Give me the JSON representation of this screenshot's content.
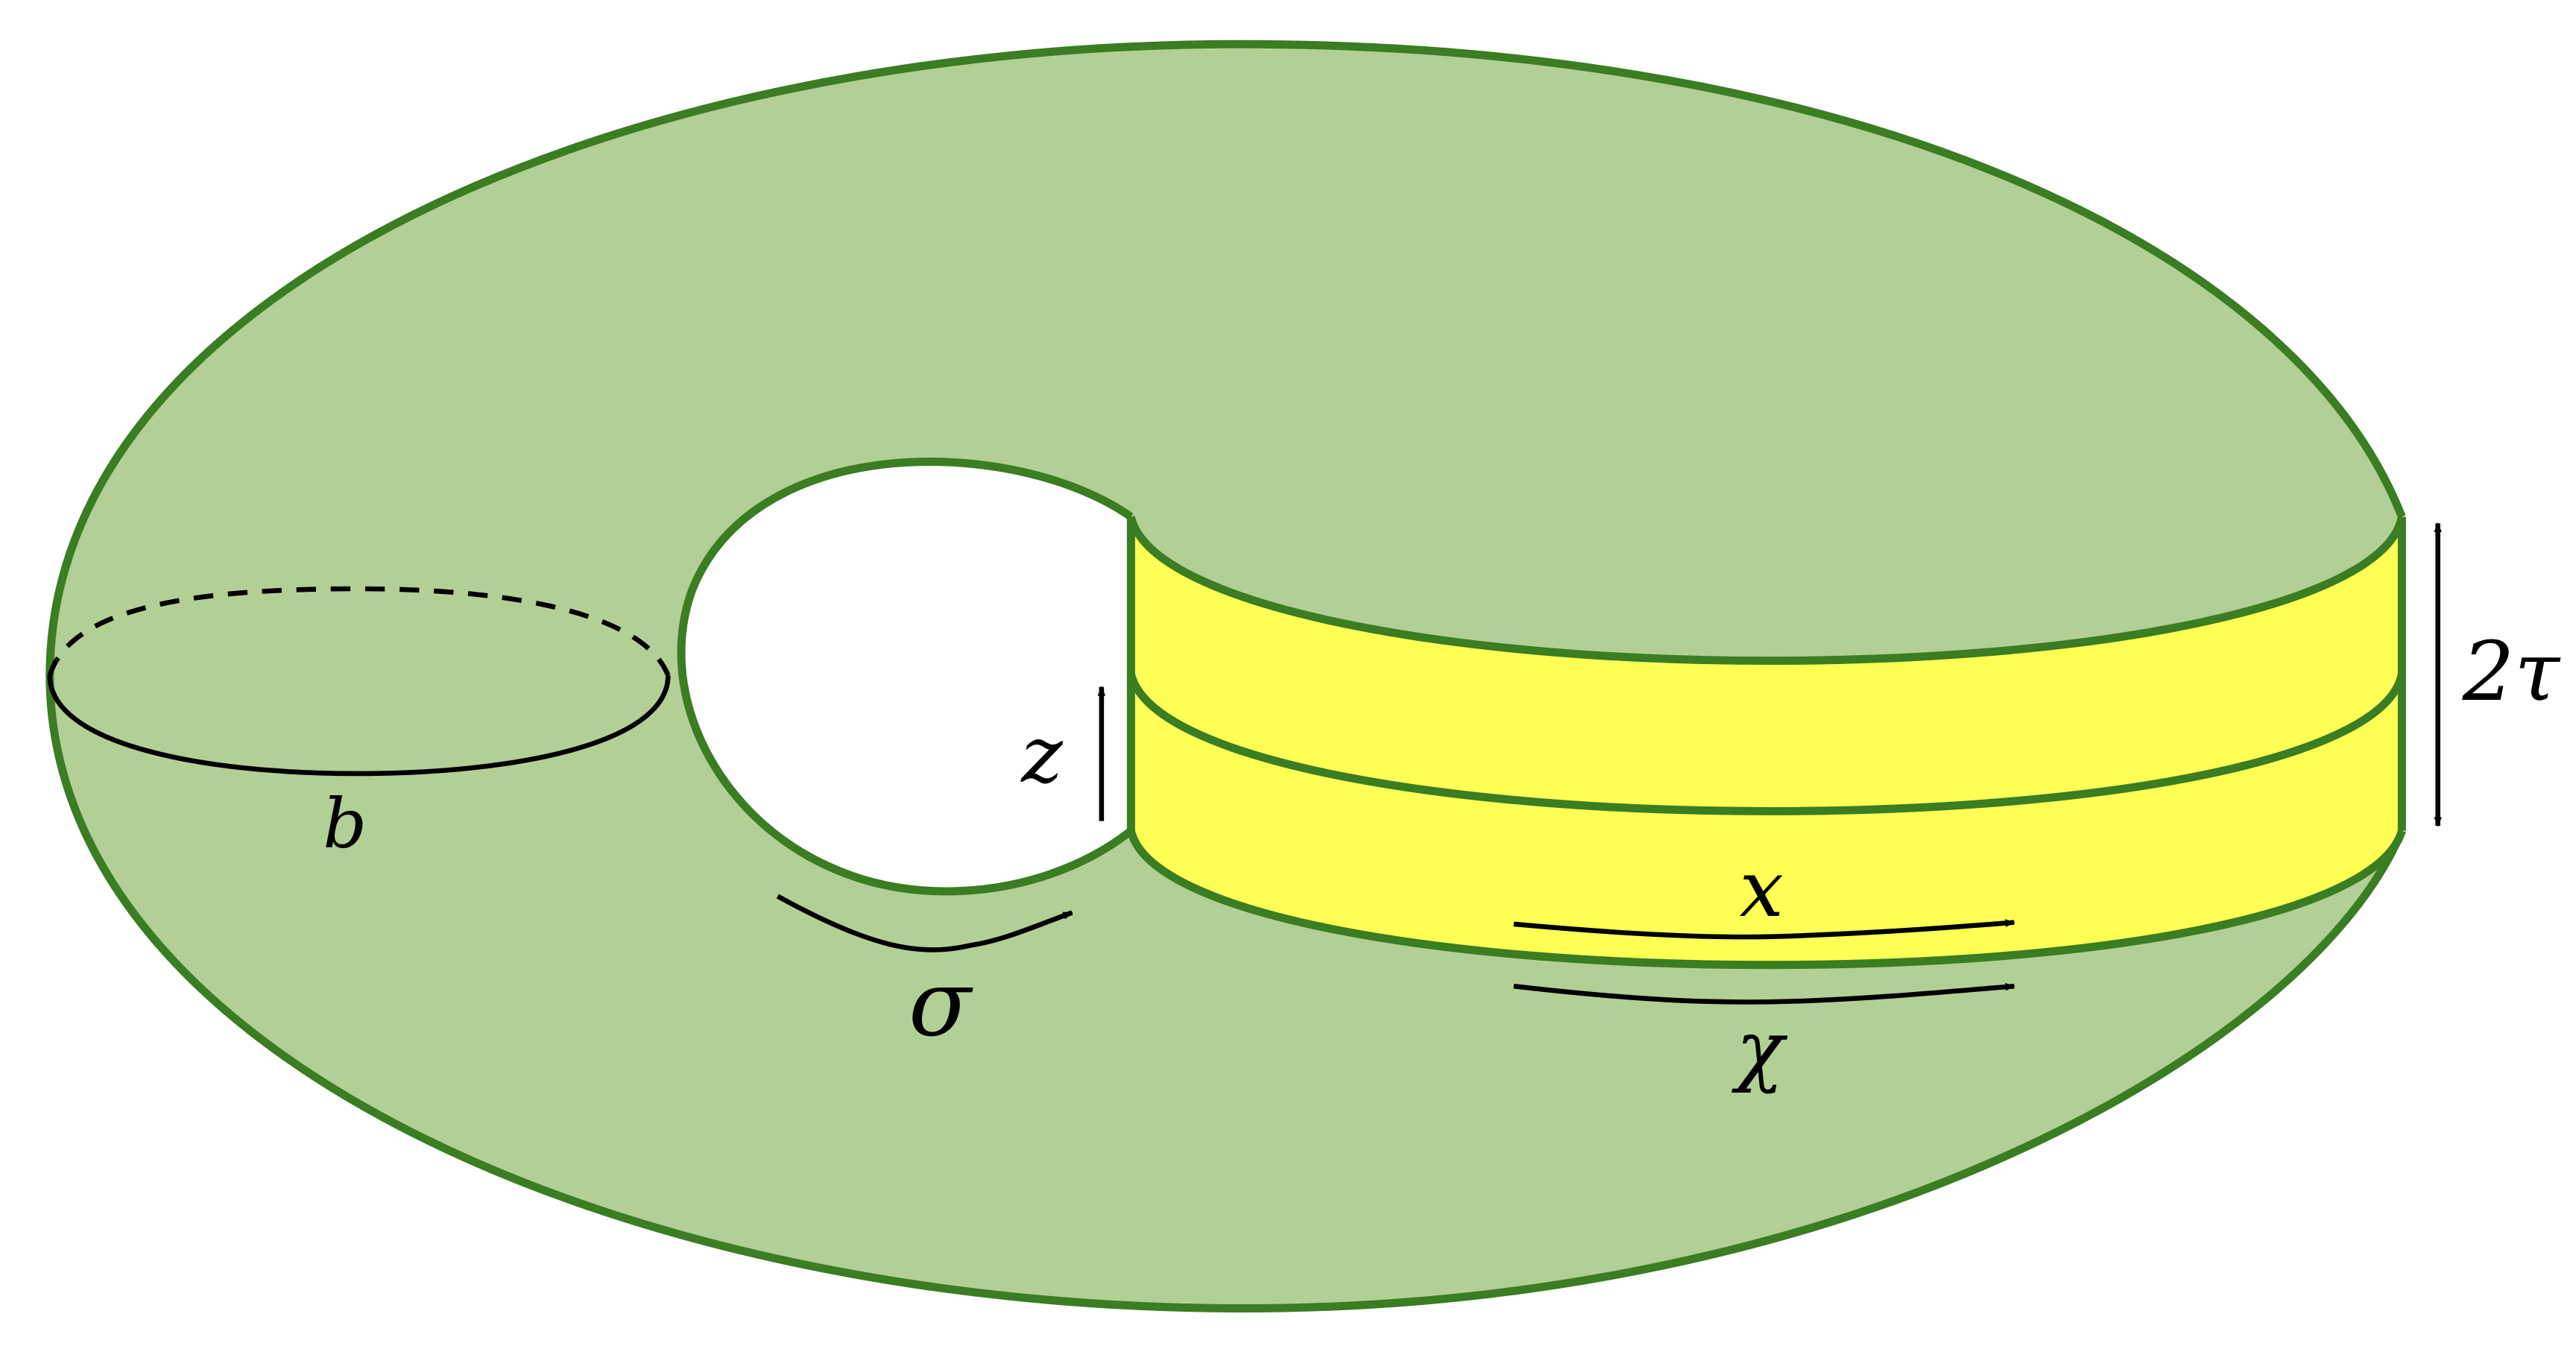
{
  "labels": {
    "b": "b",
    "sigma": "σ",
    "z": "z",
    "x": "x",
    "chi": "χ",
    "two_tau": "2τ"
  },
  "colors": {
    "surface_fill": "#b2cf95",
    "surface_stroke": "#3a7d22",
    "band_fill": "#ffff55",
    "ink": "#000000",
    "hole": "#ffffff"
  }
}
